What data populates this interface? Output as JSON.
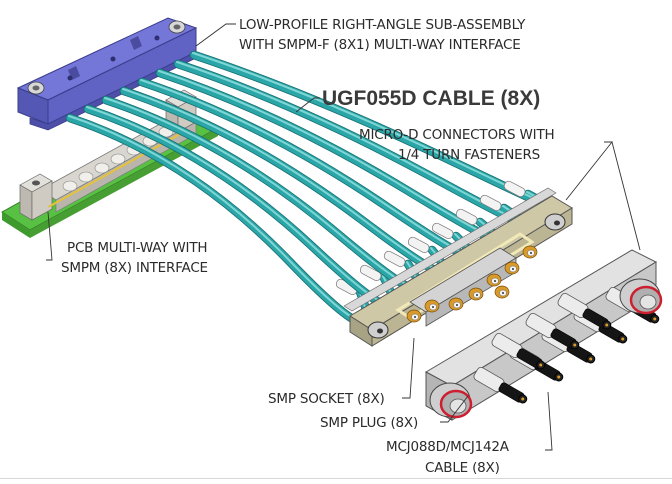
{
  "diagram": {
    "title": "UGF055D CABLE (8X)",
    "callouts": {
      "subassembly": {
        "line1": "LOW-PROFILE RIGHT-ANGLE SUB-ASSEMBLY",
        "line2": "WITH SMPM-F (8X1) MULTI-WAY INTERFACE"
      },
      "cable": "UGF055D CABLE (8X)",
      "microd": {
        "line1": "MICRO-D CONNECTORS WITH",
        "line2": "1/4 TURN FASTENERS"
      },
      "pcb": {
        "line1": "PCB MULTI-WAY WITH",
        "line2": "SMPM (8X) INTERFACE"
      },
      "smp_socket": "SMP SOCKET (8X)",
      "smp_plug": "SMP PLUG (8X)",
      "mcj_cable": {
        "line1": "MCJ088D/MCJ142A",
        "line2": "CABLE (8X)"
      }
    },
    "colors": {
      "subassembly_body": "#6a6cd0",
      "cable": "#2aa6a8",
      "pcb": "#5cc445",
      "connector_shell": "#d0c9a8",
      "gold_contact": "#d89a2a",
      "plug_body": "#d7d7d7",
      "red_ring": "#cc2030"
    }
  }
}
